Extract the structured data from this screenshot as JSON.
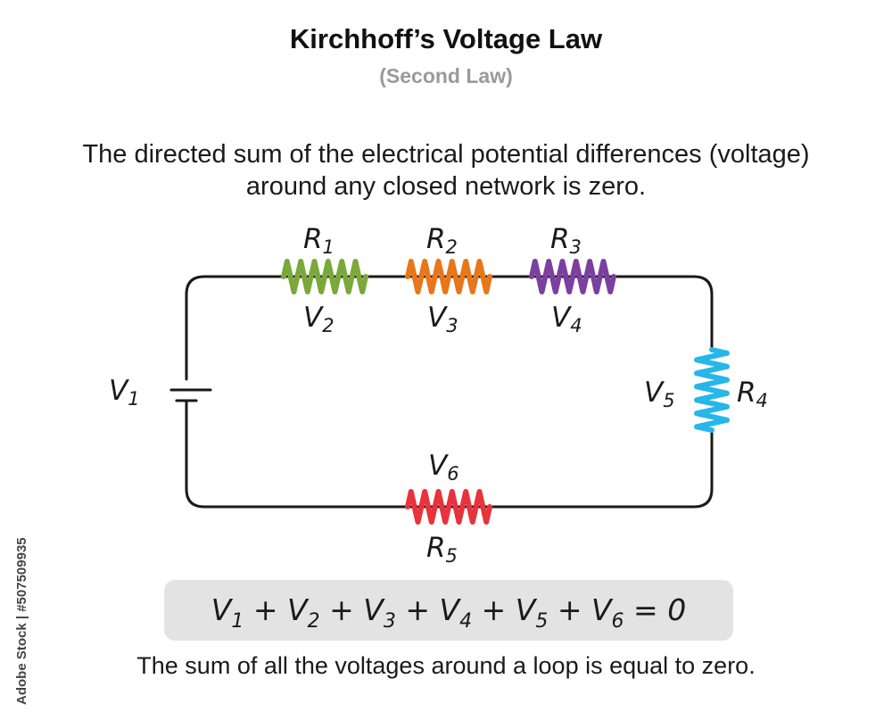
{
  "title": "Kirchhoff’s Voltage Law",
  "subtitle": "(Second Law)",
  "statement": {
    "line1": "The directed sum of the electrical potential differences (voltage)",
    "line2": "around any closed network is zero."
  },
  "circuit": {
    "source": {
      "label": "V",
      "sub": "1"
    },
    "resistors": [
      {
        "name": "R",
        "name_sub": "1",
        "voltage": "V",
        "voltage_sub": "2",
        "color": "#7aa83a"
      },
      {
        "name": "R",
        "name_sub": "2",
        "voltage": "V",
        "voltage_sub": "3",
        "color": "#e8761a"
      },
      {
        "name": "R",
        "name_sub": "3",
        "voltage": "V",
        "voltage_sub": "4",
        "color": "#7b3fa0"
      },
      {
        "name": "R",
        "name_sub": "4",
        "voltage": "V",
        "voltage_sub": "5",
        "color": "#27b6e8"
      },
      {
        "name": "R",
        "name_sub": "5",
        "voltage": "V",
        "voltage_sub": "6",
        "color": "#e8323c"
      }
    ]
  },
  "equation": {
    "terms": [
      {
        "v": "V",
        "sub": "1"
      },
      {
        "v": "V",
        "sub": "2"
      },
      {
        "v": "V",
        "sub": "3"
      },
      {
        "v": "V",
        "sub": "4"
      },
      {
        "v": "V",
        "sub": "5"
      },
      {
        "v": "V",
        "sub": "6"
      }
    ],
    "plus": "+",
    "equals": "=",
    "rhs": "0"
  },
  "footer": "The sum of all the voltages around a loop is equal to zero.",
  "watermark": "Adobe Stock | #507509935"
}
